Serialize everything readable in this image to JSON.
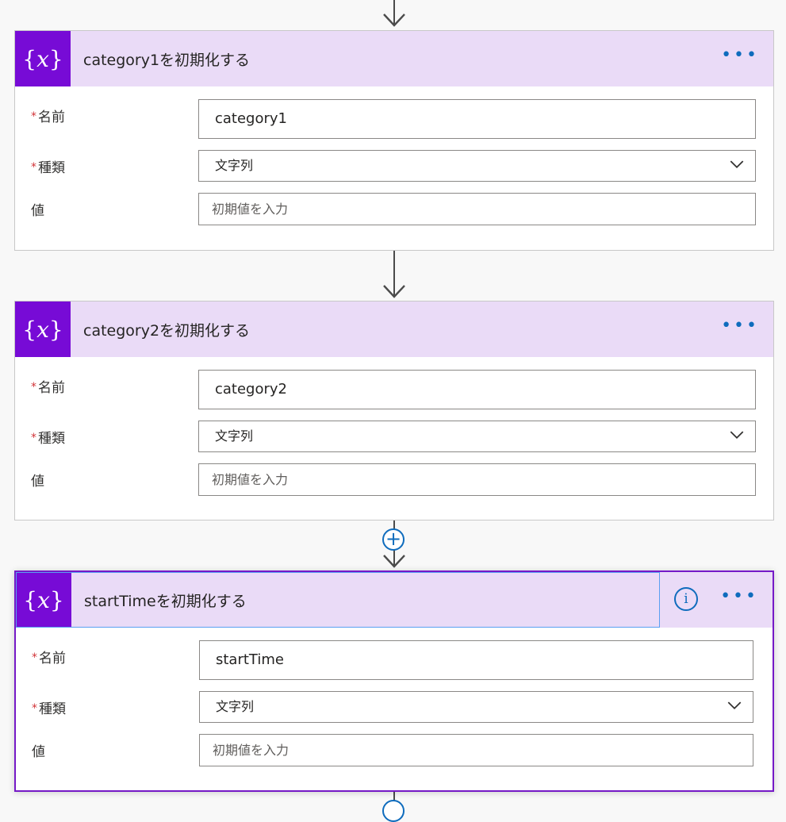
{
  "flow": {
    "cards": [
      {
        "title": "category1を初期化する",
        "name_label": "名前",
        "name_value": "category1",
        "type_label": "種類",
        "type_value": "文字列",
        "value_label": "値",
        "value_placeholder": "初期値を入力",
        "selected": false
      },
      {
        "title": "category2を初期化する",
        "name_label": "名前",
        "name_value": "category2",
        "type_label": "種類",
        "type_value": "文字列",
        "value_label": "値",
        "value_placeholder": "初期値を入力",
        "selected": false
      },
      {
        "title": "startTimeを初期化する",
        "name_label": "名前",
        "name_value": "startTime",
        "type_label": "種類",
        "type_value": "文字列",
        "value_label": "値",
        "value_placeholder": "初期値を入力",
        "selected": true
      }
    ],
    "icon_glyph": "{𝑥}",
    "required_marker": "*",
    "more_glyph": "•••",
    "info_glyph": "i",
    "plus_glyph": "+"
  },
  "colors": {
    "accent": "#770bd6",
    "header_bg": "#eadbf7",
    "link_blue": "#0f6cbd",
    "required_red": "#d13438"
  }
}
